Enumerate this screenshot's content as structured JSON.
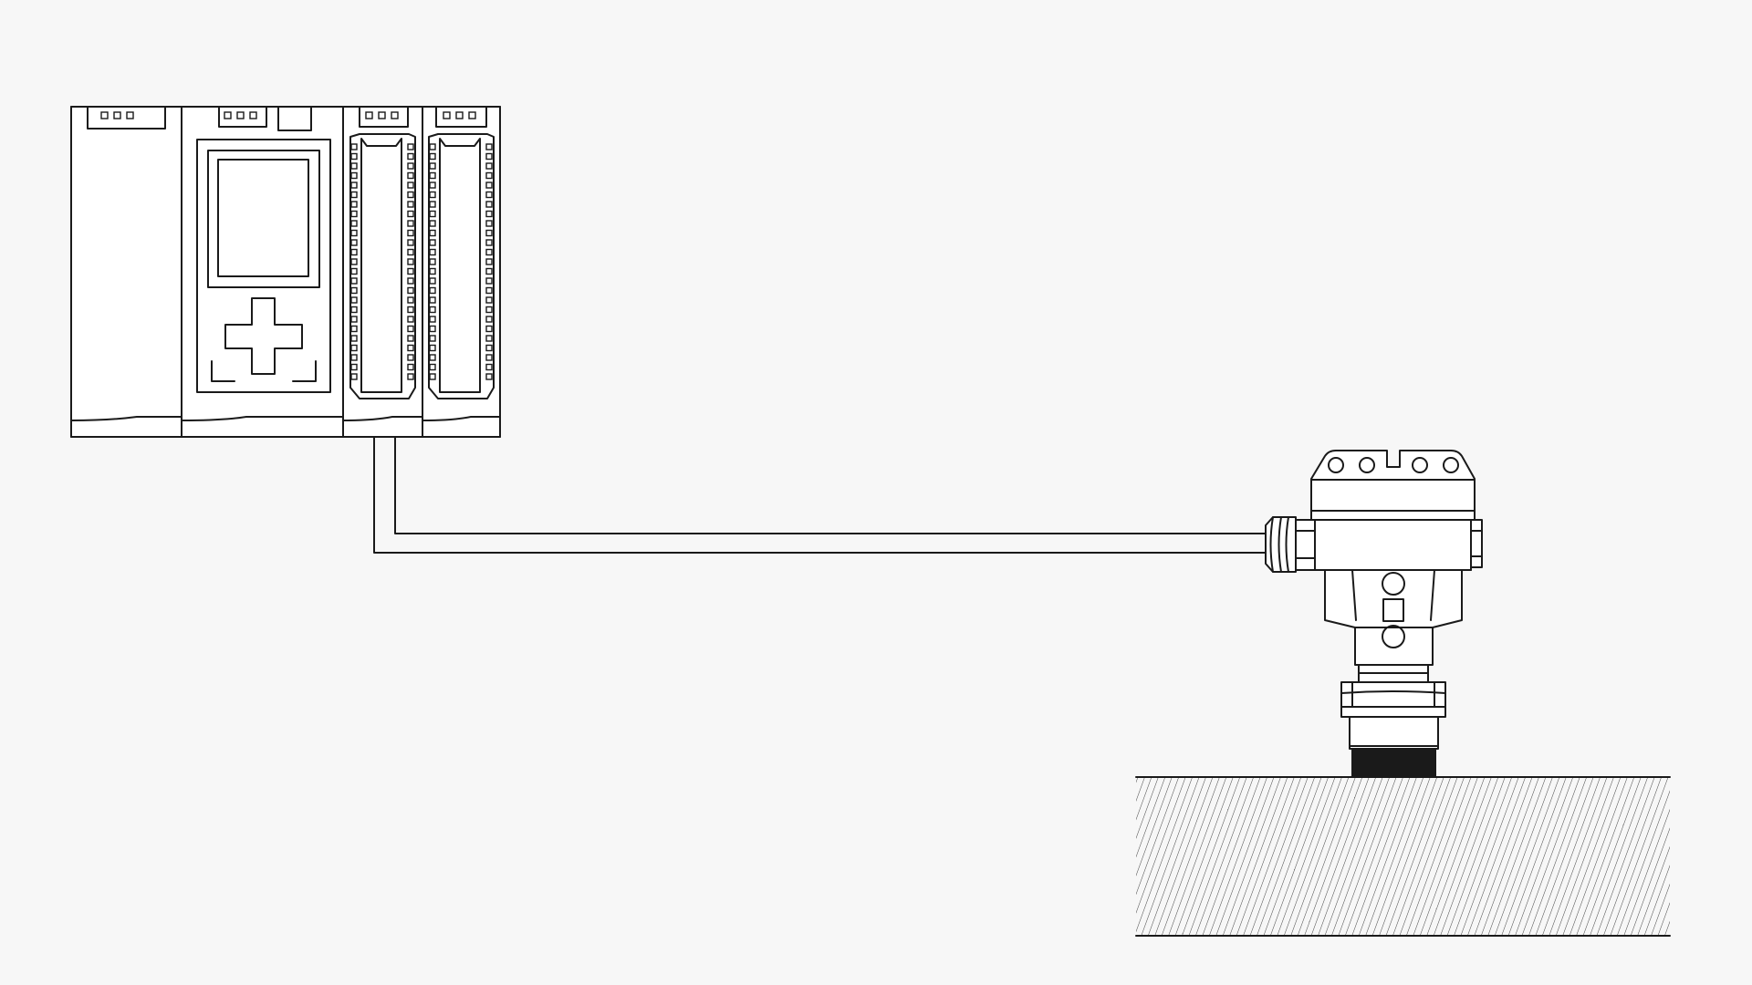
{
  "diagram": {
    "background": "#f7f7f7",
    "line_color": "#1a1a1a",
    "components": [
      {
        "id": "plc",
        "kind": "plc-rack",
        "modules": [
          "power-supply",
          "cpu",
          "io-module",
          "io-module"
        ]
      },
      {
        "id": "cable",
        "kind": "two-wire-cable",
        "from": "plc",
        "to": "transmitter"
      },
      {
        "id": "transmitter",
        "kind": "level-transmitter"
      },
      {
        "id": "ground",
        "kind": "hatched-ground-surface"
      }
    ]
  }
}
